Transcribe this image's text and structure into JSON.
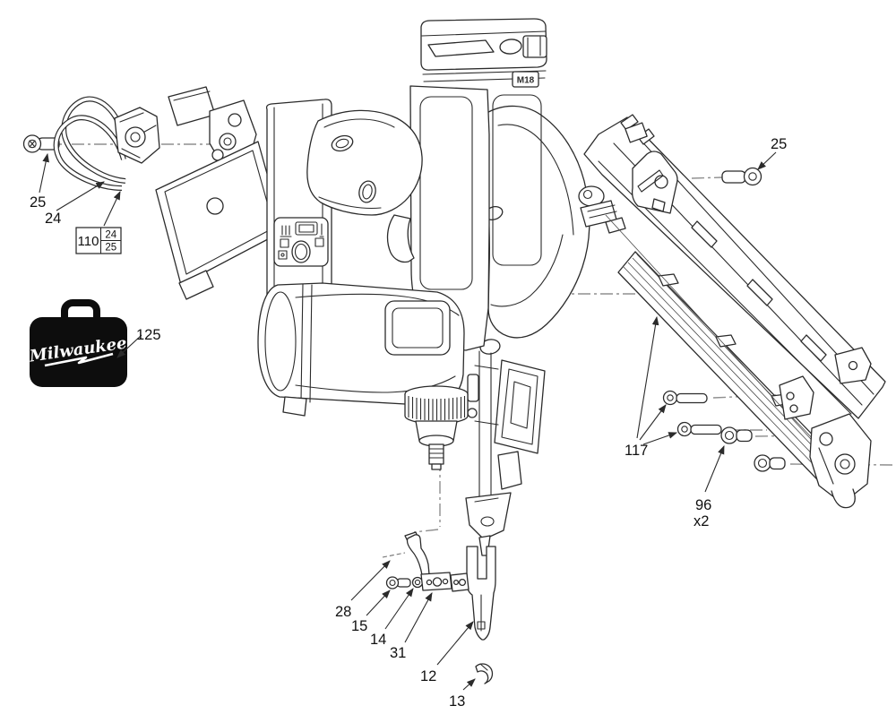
{
  "diagram": {
    "brand": "Milwaukee",
    "battery_badge": "M18",
    "callouts": {
      "hook_screw": "25",
      "rafter_hook": "24",
      "kit_ref": "110",
      "kit_item_top": "24",
      "kit_item_bottom": "25",
      "carrying_case": "125",
      "magazine_screw": "25",
      "magazine_mount_screws": "117",
      "shoulder_bolt": "96",
      "shoulder_bolt_qty": "x2",
      "pin": "28",
      "bracket_screw": "15",
      "washer": "14",
      "bracket": "31",
      "contact_arm": "12",
      "no_mar_pad": "13"
    }
  }
}
